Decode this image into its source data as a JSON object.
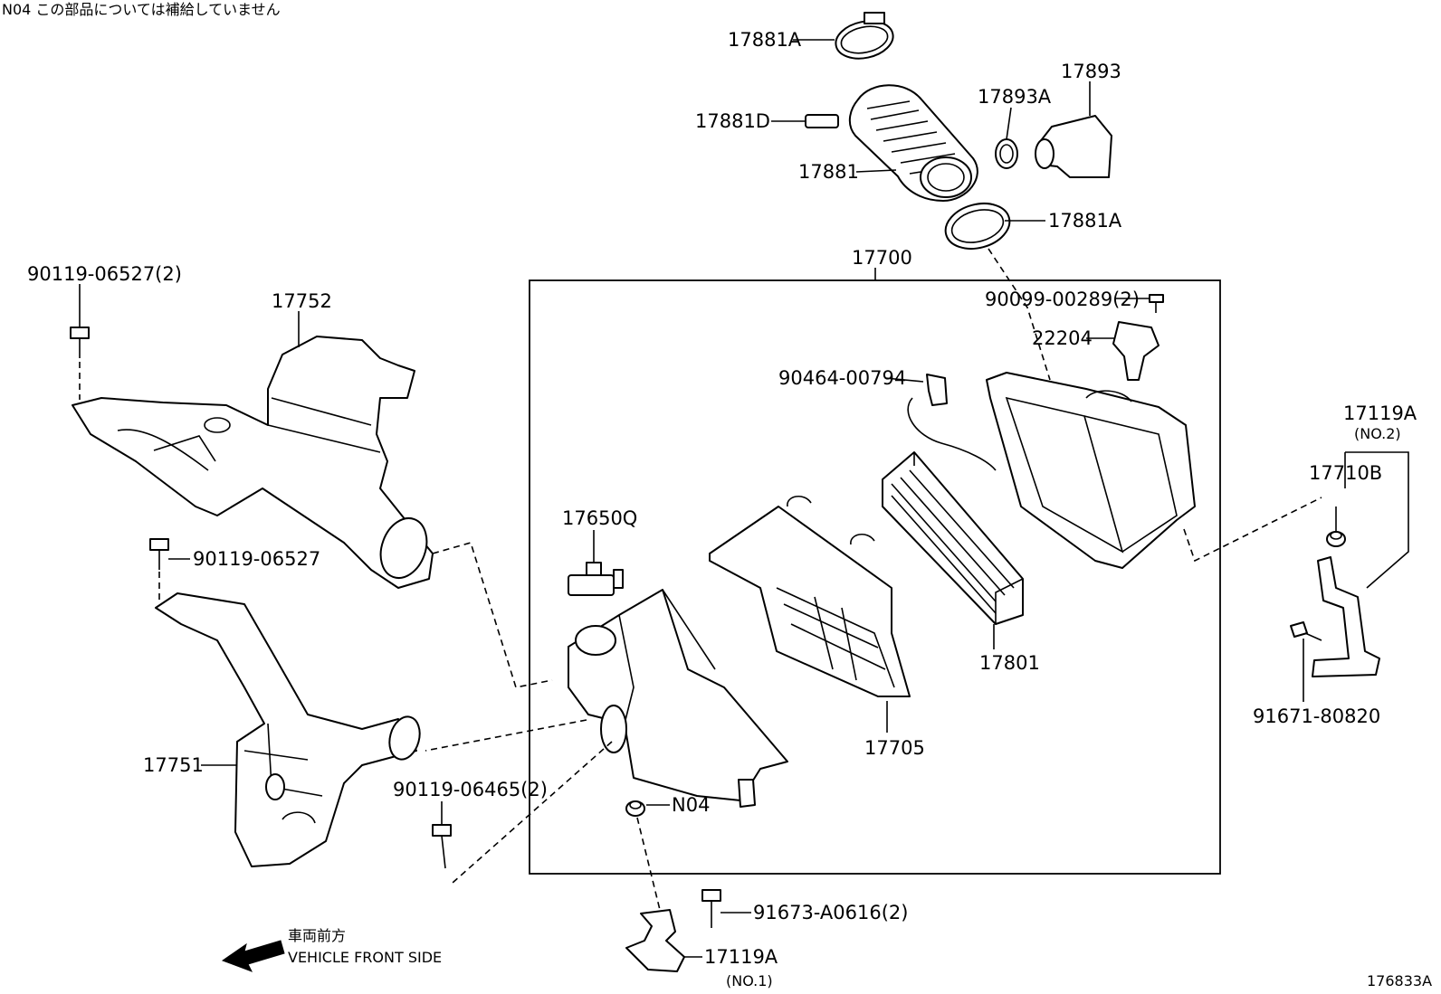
{
  "note": "N04 この部品については補給していません",
  "figure_id": "176833A",
  "direction": {
    "jp": "車両前方",
    "en": "VEHICLE FRONT SIDE"
  },
  "labels": {
    "p17881A_top": "17881A",
    "p17881D": "17881D",
    "p17881": "17881",
    "p17893A": "17893A",
    "p17893": "17893",
    "p17881A_bottom": "17881A",
    "p17700": "17700",
    "p90099": "90099-00289(2)",
    "p22204": "22204",
    "p90464": "90464-00794",
    "p17119A_no2": "17119A",
    "no2": "(NO.2)",
    "p17710B": "17710B",
    "p91671": "91671-80820",
    "p90119_06527_2": "90119-06527(2)",
    "p17752": "17752",
    "p90119_06527": "90119-06527",
    "p17650Q": "17650Q",
    "p17751": "17751",
    "p90119_06465": "90119-06465(2)",
    "pN04": "N04",
    "p17801": "17801",
    "p17705": "17705",
    "p91673": "91673-A0616(2)",
    "p17119A_no1": "17119A",
    "no1": "(NO.1)"
  }
}
